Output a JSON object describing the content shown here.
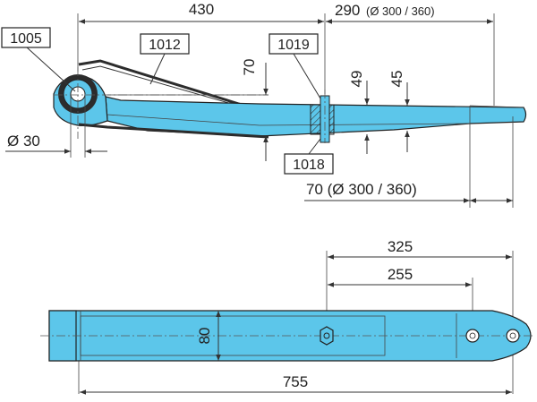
{
  "colors": {
    "part_fill": "#5cc6ea",
    "dark_fill": "#2c2c2c",
    "hatch": "#333333",
    "dimension_lines": "#333333"
  },
  "top_view": {
    "dimensions": {
      "d430": "430",
      "d290": "290",
      "d290_note": "(Ø 300 / 360)",
      "d70_vertical": "70",
      "d49": "49",
      "d45": "45",
      "d_eye": "Ø 30",
      "d70_bottom": "70 (Ø 300 / 360)"
    },
    "part_tags": {
      "p1005": "1005",
      "p1012": "1012",
      "p1019": "1019",
      "p1018": "1018"
    }
  },
  "side_view": {
    "dimensions": {
      "d325": "325",
      "d255": "255",
      "d80": "80",
      "d755": "755"
    }
  }
}
